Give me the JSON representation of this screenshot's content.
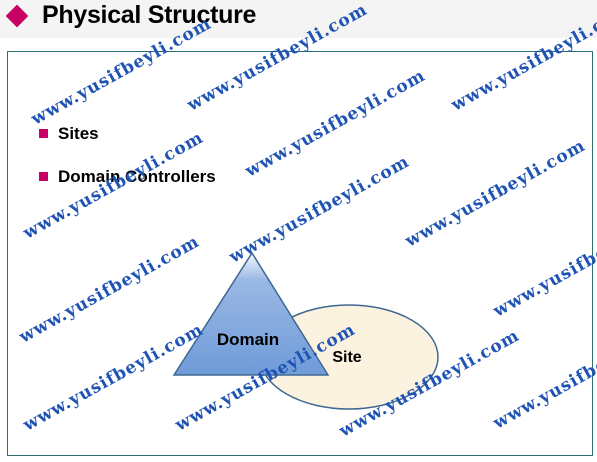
{
  "header": {
    "title": "Physical Structure"
  },
  "content": {
    "bullets": [
      "Sites",
      "Domain Controllers"
    ]
  },
  "diagram": {
    "triangle_label": "Domain",
    "ellipse_label": "Site"
  },
  "watermark": {
    "text": "www.yusifbeyli.com"
  },
  "colors": {
    "accent": "#c80064",
    "panel_border": "#2b6e73",
    "triangle_fill": "#7fa6dc",
    "ellipse_fill": "#fbf3df",
    "watermark": "#1f54b4"
  }
}
